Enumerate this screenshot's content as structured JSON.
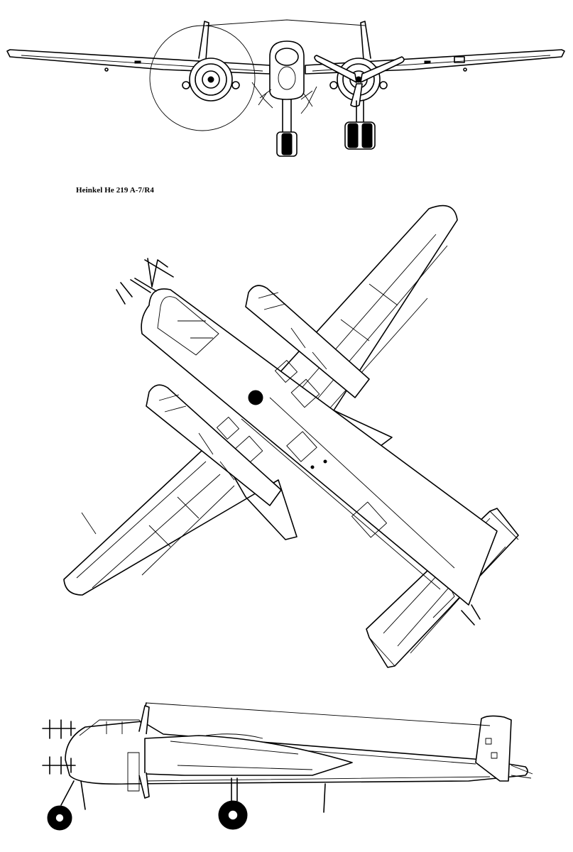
{
  "drawing": {
    "caption": "Heinkel He 219 A-7/R4",
    "views": [
      "front-view",
      "plan-view",
      "side-view"
    ],
    "line_color": "#000000",
    "background_color": "#ffffff"
  }
}
